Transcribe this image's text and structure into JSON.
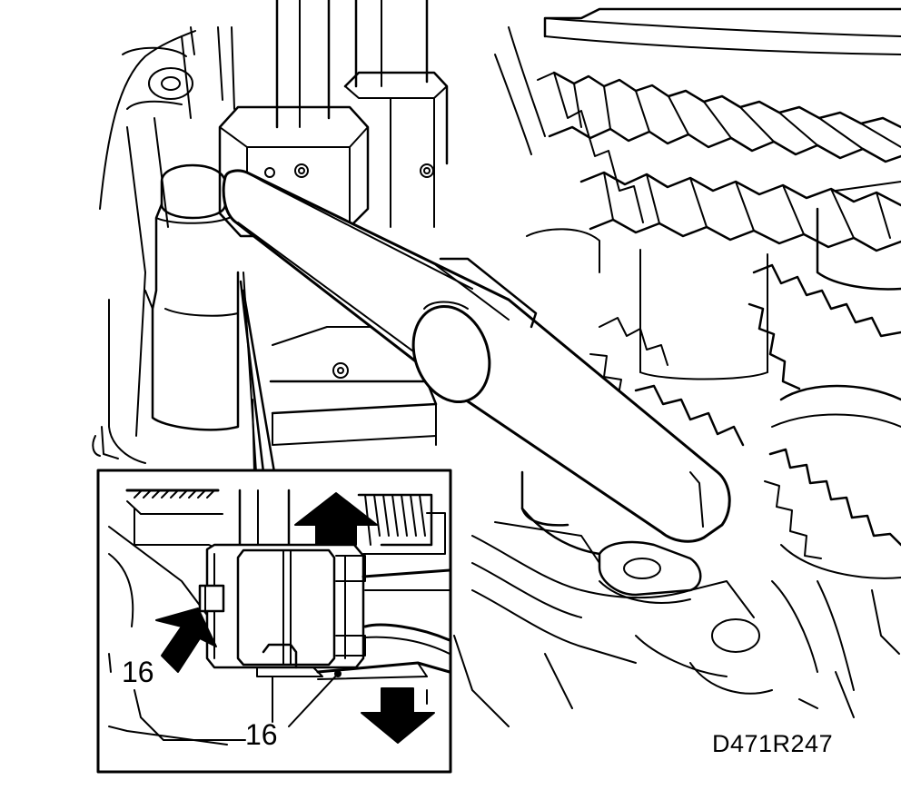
{
  "labels": {
    "callout_left": "16",
    "callout_bottom": "16"
  },
  "figure_code": "D471R247",
  "colors": {
    "line": "#000000",
    "background": "#ffffff"
  },
  "icons": [
    "arrow-up-icon",
    "arrow-down-icon",
    "arrow-diagonal-icon"
  ]
}
